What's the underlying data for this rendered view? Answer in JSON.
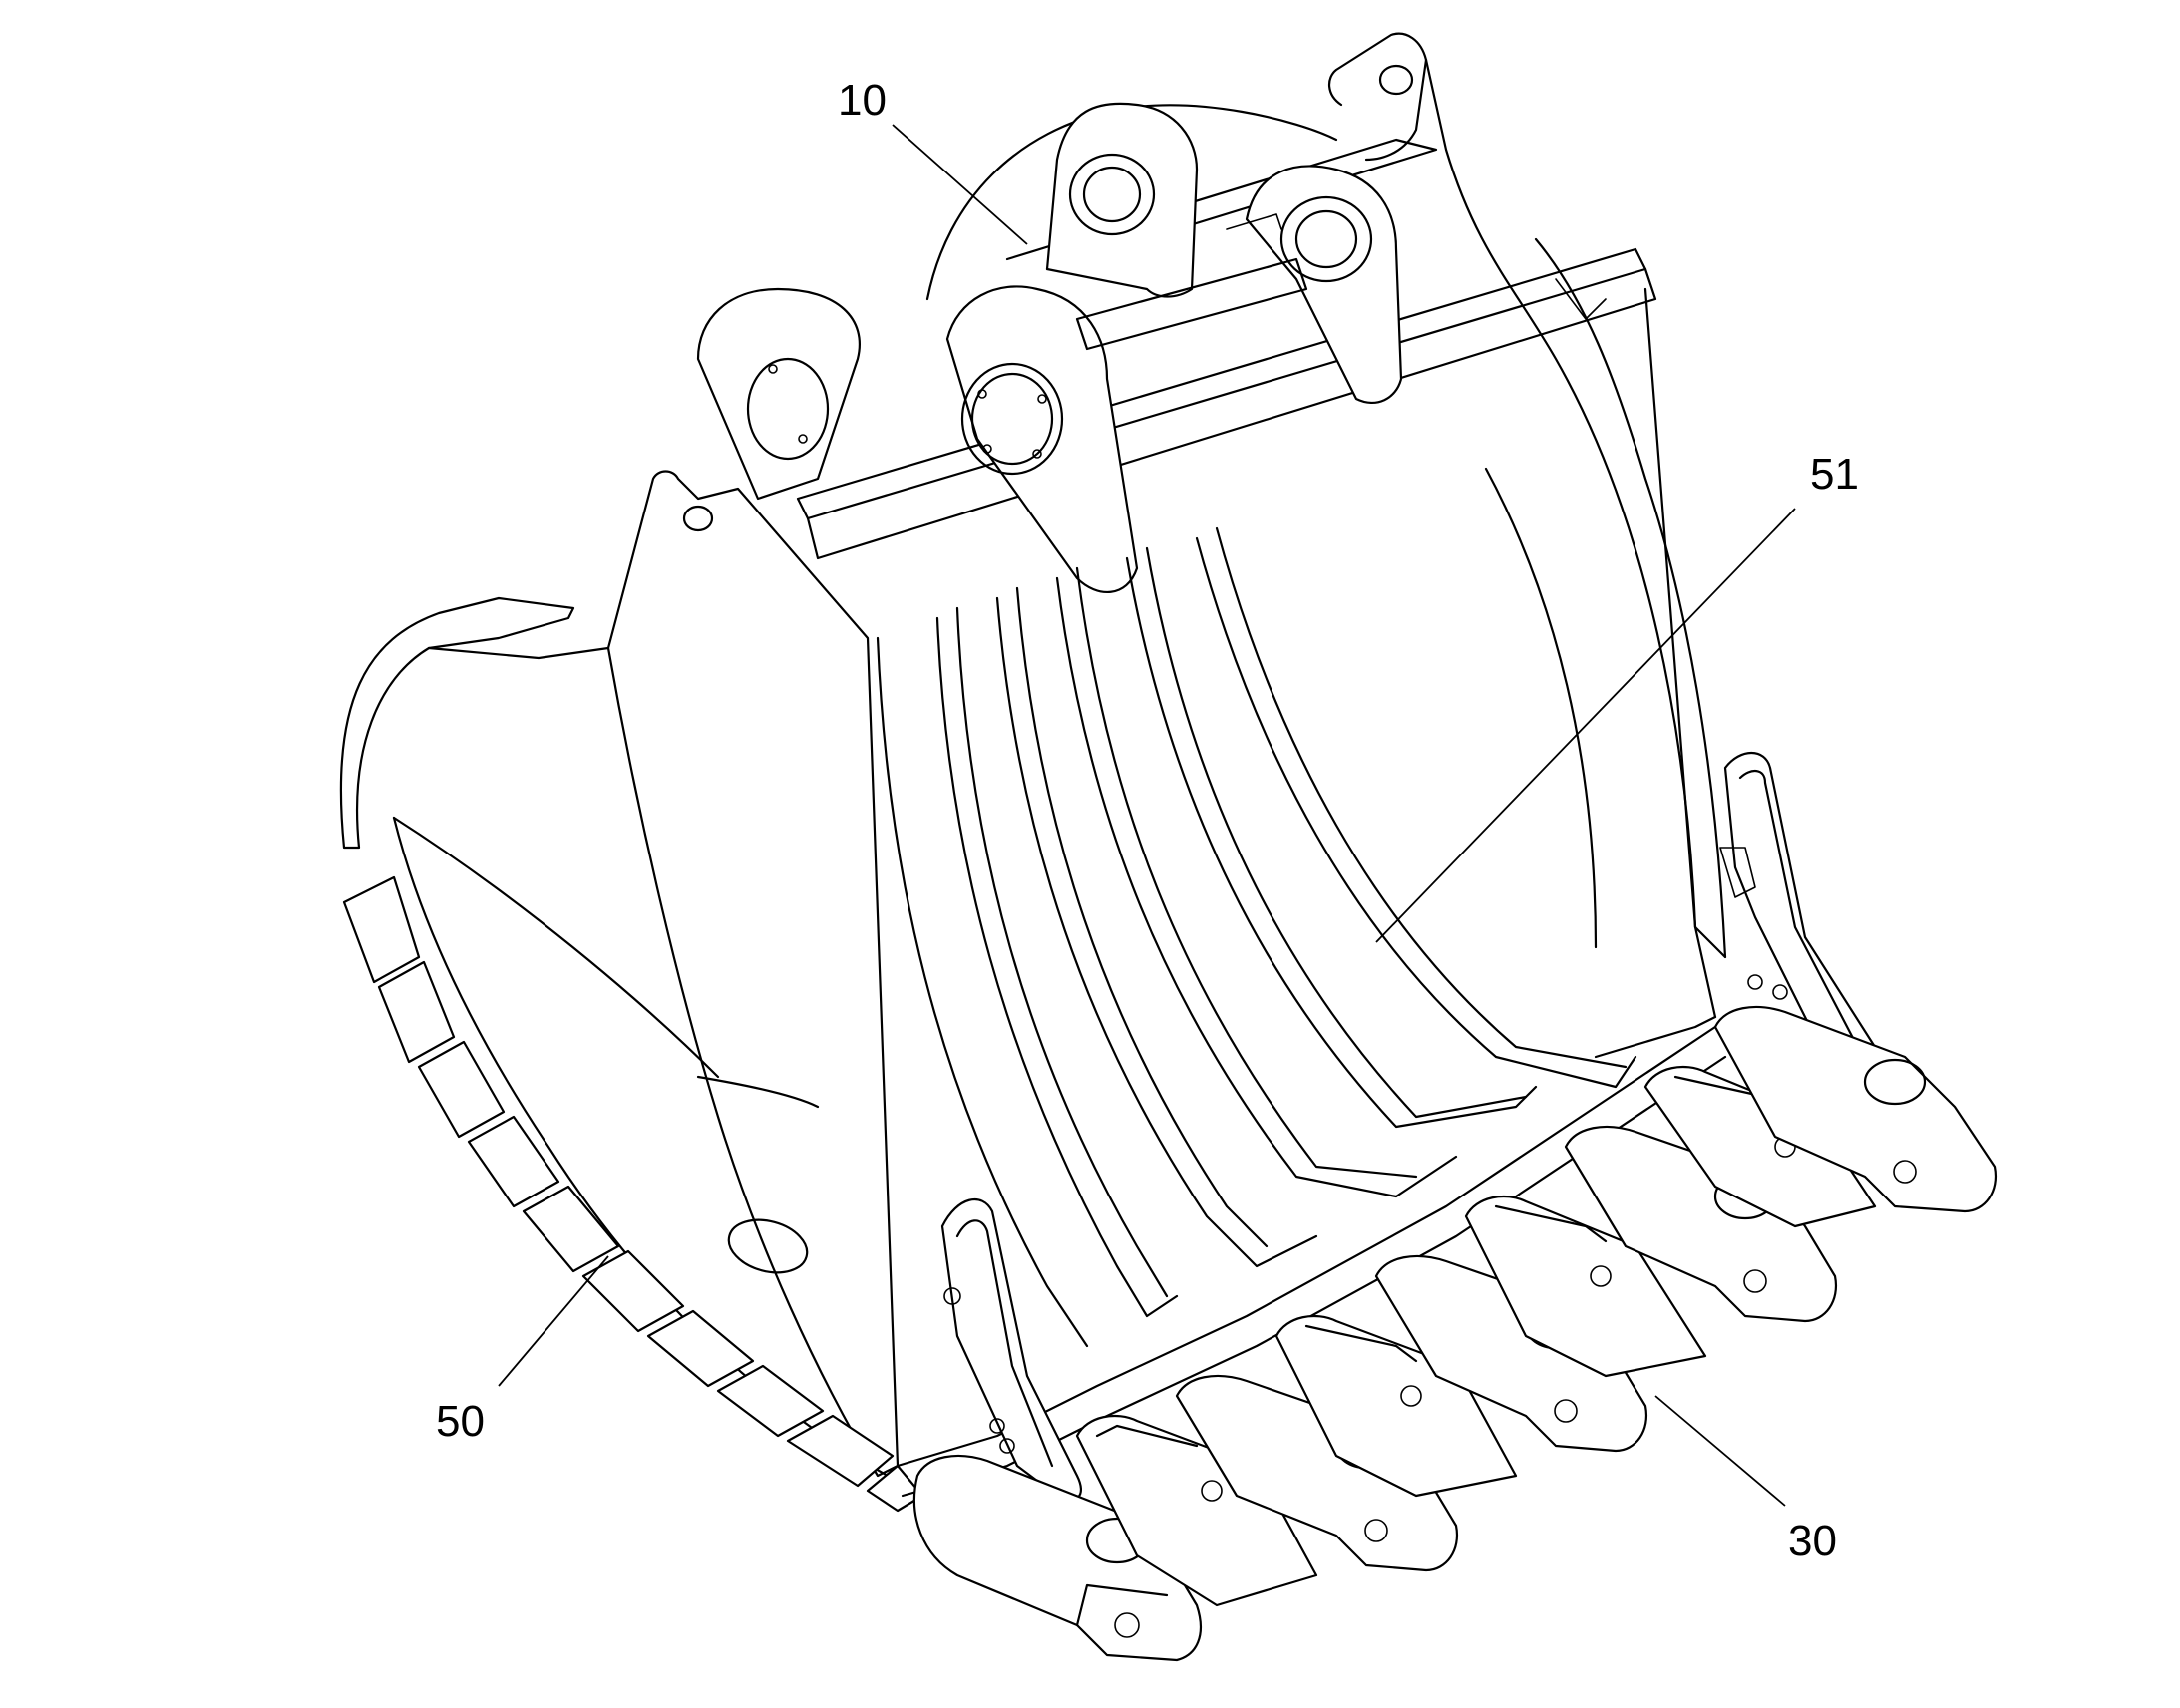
{
  "reference_numerals": {
    "top_back_shell": "10",
    "inner_liner_strips": "51",
    "side_wear_blocks": "50",
    "tooth_adapters": "30"
  },
  "colors": {
    "line": "#000000",
    "background": "#ffffff"
  }
}
